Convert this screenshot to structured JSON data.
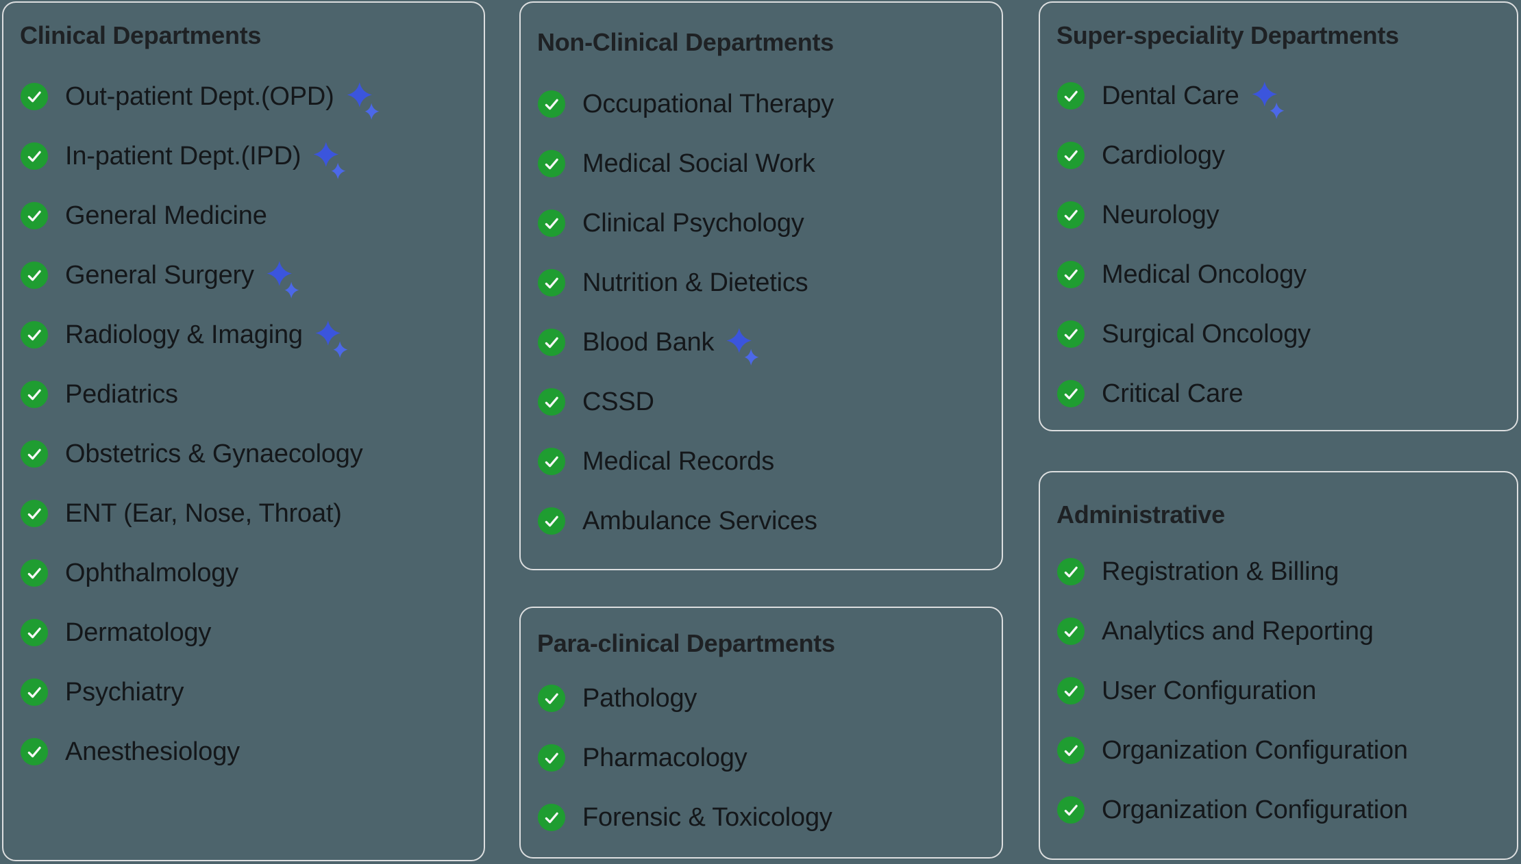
{
  "page": {
    "background_color": "#4d646c",
    "card_border_color": "#dcdedf",
    "heading_text_color": "#1e2124",
    "item_text_color": "#14171a",
    "check_circle_color": "#1f9d31",
    "check_mark_color": "#f5f8f5",
    "sparkle_primary_color": "#3b55dd",
    "sparkle_secondary_color": "#4c68e8"
  },
  "icons": {
    "check": "check-circle-icon",
    "sparkle": "sparkles-icon"
  },
  "cards": [
    {
      "id": "clinical",
      "title": "Clinical Departments",
      "items": [
        {
          "label": "Out-patient Dept.(OPD)",
          "sparkle": true
        },
        {
          "label": "In-patient Dept.(IPD)",
          "sparkle": true
        },
        {
          "label": "General Medicine",
          "sparkle": false
        },
        {
          "label": "General Surgery",
          "sparkle": true
        },
        {
          "label": "Radiology & Imaging",
          "sparkle": true
        },
        {
          "label": "Pediatrics",
          "sparkle": false
        },
        {
          "label": "Obstetrics & Gynaecology",
          "sparkle": false
        },
        {
          "label": "ENT (Ear, Nose, Throat)",
          "sparkle": false
        },
        {
          "label": "Ophthalmology",
          "sparkle": false
        },
        {
          "label": "Dermatology",
          "sparkle": false
        },
        {
          "label": "Psychiatry",
          "sparkle": false
        },
        {
          "label": "Anesthesiology",
          "sparkle": false
        }
      ]
    },
    {
      "id": "non-clinical",
      "title": "Non-Clinical Departments",
      "items": [
        {
          "label": "Occupational Therapy",
          "sparkle": false
        },
        {
          "label": "Medical Social Work",
          "sparkle": false
        },
        {
          "label": "Clinical Psychology",
          "sparkle": false
        },
        {
          "label": "Nutrition & Dietetics",
          "sparkle": false
        },
        {
          "label": "Blood Bank",
          "sparkle": true
        },
        {
          "label": "CSSD",
          "sparkle": false
        },
        {
          "label": "Medical Records",
          "sparkle": false
        },
        {
          "label": "Ambulance Services",
          "sparkle": false
        }
      ]
    },
    {
      "id": "para-clinical",
      "title": "Para-clinical Departments",
      "items": [
        {
          "label": "Pathology",
          "sparkle": false
        },
        {
          "label": "Pharmacology",
          "sparkle": false
        },
        {
          "label": "Forensic & Toxicology",
          "sparkle": false
        }
      ]
    },
    {
      "id": "super-speciality",
      "title": "Super-speciality Departments",
      "items": [
        {
          "label": "Dental Care",
          "sparkle": true
        },
        {
          "label": "Cardiology",
          "sparkle": false
        },
        {
          "label": "Neurology",
          "sparkle": false
        },
        {
          "label": "Medical Oncology",
          "sparkle": false
        },
        {
          "label": "Surgical Oncology",
          "sparkle": false
        },
        {
          "label": "Critical Care",
          "sparkle": false
        }
      ]
    },
    {
      "id": "administrative",
      "title": "Administrative",
      "items": [
        {
          "label": "Registration & Billing",
          "sparkle": false
        },
        {
          "label": "Analytics and Reporting",
          "sparkle": false
        },
        {
          "label": "User Configuration",
          "sparkle": false
        },
        {
          "label": "Organization Configuration",
          "sparkle": false
        },
        {
          "label": "Organization Configuration",
          "sparkle": false
        }
      ]
    }
  ]
}
